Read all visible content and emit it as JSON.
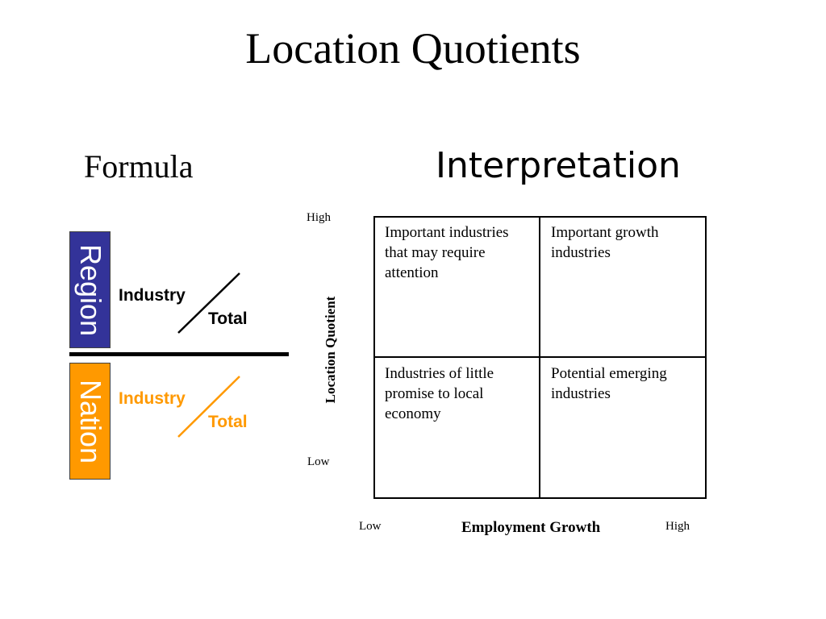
{
  "slide": {
    "title": "Location Quotients",
    "formula_heading": "Formula",
    "interpretation_heading": "Interpretation"
  },
  "formula": {
    "numerator_box_label": "Region",
    "denominator_box_label": "Nation",
    "numerator": {
      "industry": "Industry",
      "total": "Total"
    },
    "denominator": {
      "industry": "Industry",
      "total": "Total"
    },
    "colors": {
      "region": "#333399",
      "nation": "#ff9900",
      "numerator_text": "#000000",
      "denominator_text": "#ff9900"
    }
  },
  "matrix": {
    "y_axis": {
      "label": "Location Quotient",
      "high": "High",
      "low": "Low"
    },
    "x_axis": {
      "label": "Employment Growth",
      "low": "Low",
      "high": "High"
    },
    "quadrants": {
      "top_left": "Important industries that may require attention",
      "top_right": "Important growth industries",
      "bottom_left": "Industries of little promise to local economy",
      "bottom_right": "Potential emerging industries"
    }
  }
}
